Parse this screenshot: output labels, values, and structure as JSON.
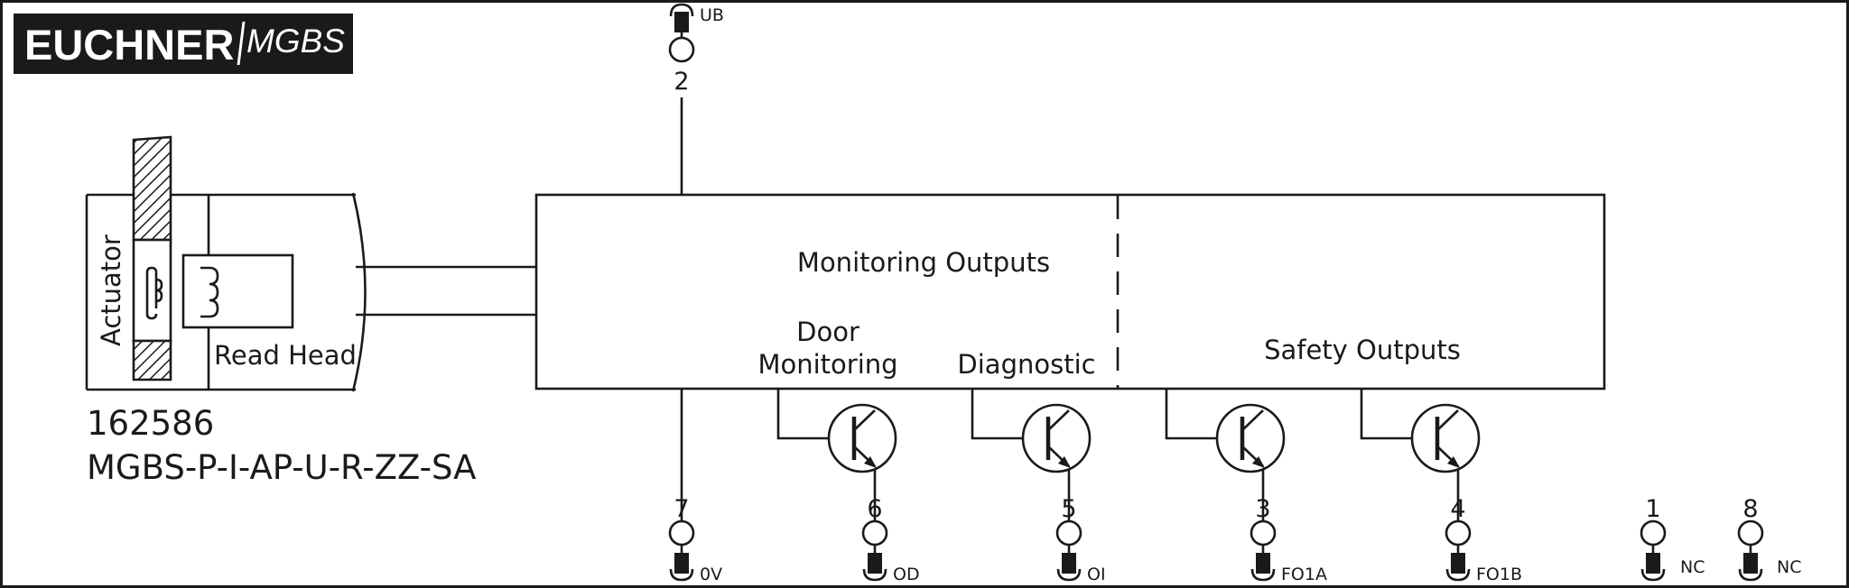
{
  "brand": {
    "name": "EUCHNER",
    "product": "MGBS"
  },
  "device": {
    "order_number": "162586",
    "type_code": "MGBS-P-I-AP-U-R-ZZ-SA"
  },
  "actuator_label": "Actuator",
  "read_head_label": "Read Head",
  "blocks": {
    "monitoring_outputs": "Monitoring Outputs",
    "door_monitoring_line1": "Door",
    "door_monitoring_line2": "Monitoring",
    "diagnostic": "Diagnostic",
    "safety_outputs": "Safety Outputs"
  },
  "top_pin": {
    "number": "2",
    "signal": "UB"
  },
  "bottom_pins": [
    {
      "number": "7",
      "signal": "0V"
    },
    {
      "number": "6",
      "signal": "OD"
    },
    {
      "number": "5",
      "signal": "OI"
    },
    {
      "number": "3",
      "signal": "FO1A"
    },
    {
      "number": "4",
      "signal": "FO1B"
    },
    {
      "number": "1",
      "signal": "NC"
    },
    {
      "number": "8",
      "signal": "NC"
    }
  ]
}
